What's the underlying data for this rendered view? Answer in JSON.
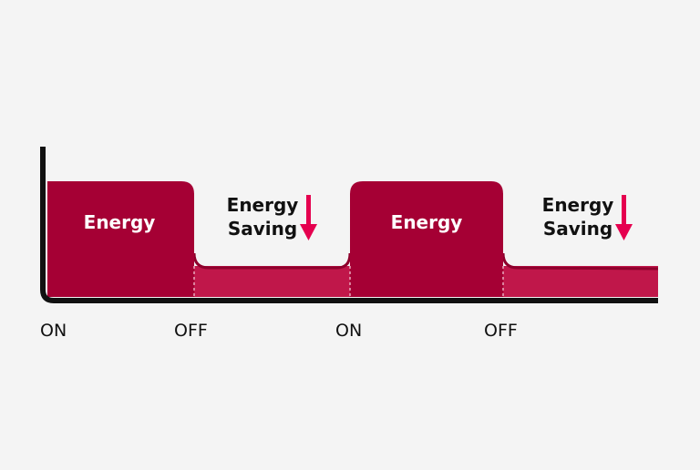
{
  "diagram": {
    "colors": {
      "background": "#f4f4f4",
      "energy_block": "#a50034",
      "saving_band": "#c0174a",
      "saving_band_edge": "#8e002c",
      "arrow": "#e5004f",
      "axis": "#111111",
      "text_dark": "#111111",
      "text_light": "#ffffff",
      "divider": "#e8a8bb"
    },
    "blocks": [
      {
        "label": "Energy"
      },
      {
        "label": "Energy"
      }
    ],
    "savings": [
      {
        "line1": "Energy",
        "line2": "Saving",
        "icon": "down-arrow-icon"
      },
      {
        "line1": "Energy",
        "line2": "Saving",
        "icon": "down-arrow-icon"
      }
    ],
    "states": [
      "ON",
      "OFF",
      "ON",
      "OFF"
    ]
  }
}
